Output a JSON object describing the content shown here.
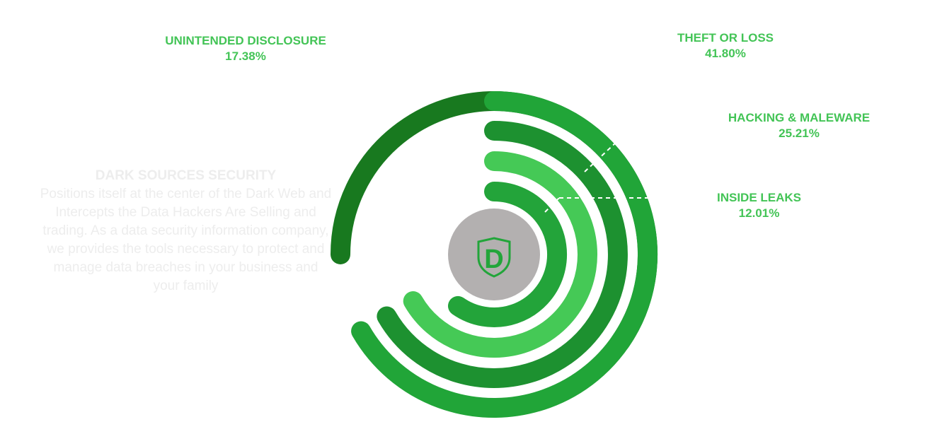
{
  "colors": {
    "label_text": "#43c456",
    "center_disc": "#b3b0b0",
    "logo": "#22a53a",
    "info_text": "#ededed"
  },
  "logo": {
    "icon": "d-shield-logo",
    "letter": "D"
  },
  "info": {
    "title": "DARK SOURCES SECURITY",
    "body": "Positions itself at the center of the Dark Web and Intercepts the Data Hackers Are Selling and trading. As a data security information company, we provides the tools necessary to protect and manage data breaches in your business and your family"
  },
  "chart_data": {
    "type": "radial-bar",
    "title": "",
    "unit": "%",
    "series": [
      {
        "key": "unintended",
        "name": "UNINTENDED DISCLOSURE",
        "value": 17.38,
        "label": "17.38%",
        "color": "#18791f"
      },
      {
        "key": "theft",
        "name": "THEFT OR LOSS",
        "value": 41.8,
        "label": "41.80%",
        "color": "#21a538"
      },
      {
        "key": "hacking",
        "name": "HACKING & MALEWARE",
        "value": 25.21,
        "label": "25.21%",
        "color": "#1d9130"
      },
      {
        "key": "inside",
        "name": "INSIDE LEAKS",
        "value": 12.01,
        "label": "12.01%",
        "color": "#45c956"
      },
      {
        "key": "inner",
        "name": "",
        "value": null,
        "label": "",
        "color": "#23a43a"
      }
    ]
  }
}
